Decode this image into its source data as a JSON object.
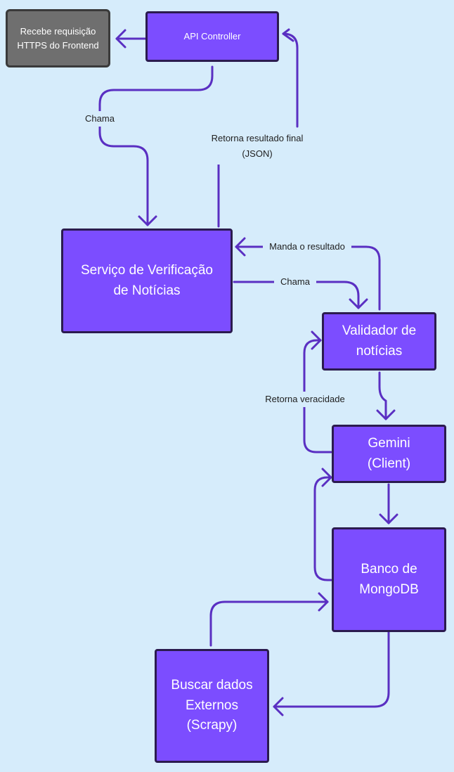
{
  "nodes": {
    "frontend": "Recebe requisição HTTPS do Frontend",
    "api": "API Controller",
    "servico": "Serviço de Verificação de Notícias",
    "validador": "Validador de notícias",
    "gemini": "Gemini (Client)",
    "banco": "Banco de MongoDB",
    "buscar": "Buscar dados Externos (Scrapy)"
  },
  "edges": {
    "chama_api": "Chama",
    "retorna_final": "Retorna resultado final (JSON)",
    "manda_resultado": "Manda o resultado",
    "chama_validador": "Chama",
    "retorna_veracidade": "Retorna veracidade"
  },
  "colors": {
    "background": "#d6ecfb",
    "node_fill": "#7c4dff",
    "node_border": "#2b1b4f",
    "source_fill": "#6f6f6f",
    "arrow": "#5a2fc2"
  }
}
